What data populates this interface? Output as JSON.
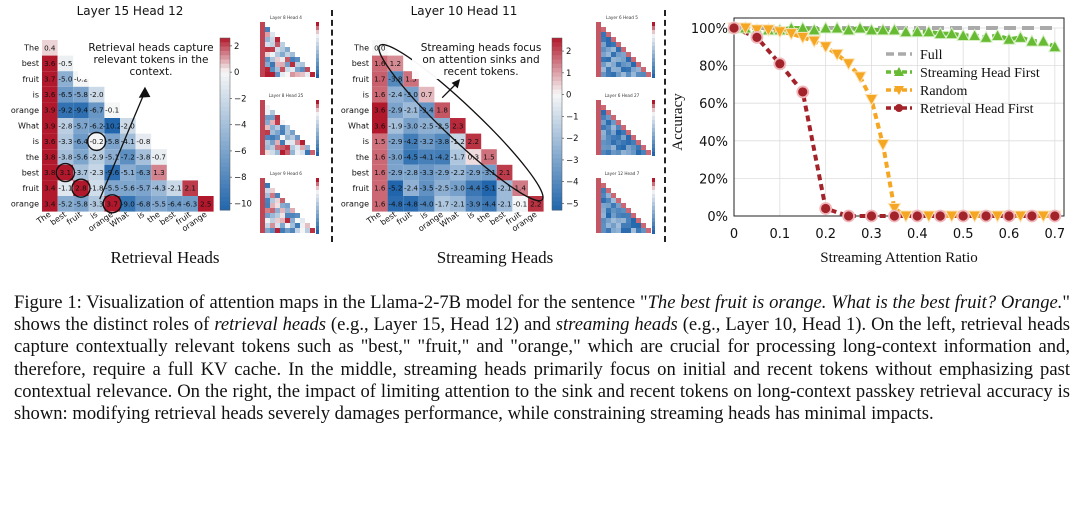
{
  "retrieval": {
    "title": "Layer 15 Head 12",
    "label": "Retrieval Heads",
    "annotation": [
      "Retrieval heads capture",
      "relevant tokens in the",
      "context."
    ],
    "tokens": [
      "The",
      "best",
      "fruit",
      "is",
      "orange",
      "What",
      "is",
      "the",
      "best",
      "fruit",
      "orange"
    ],
    "matrix": [
      [
        0.4
      ],
      [
        3.6,
        -0.5
      ],
      [
        3.7,
        -5.0,
        -0.2
      ],
      [
        3.6,
        -6.5,
        -5.8,
        -2.0
      ],
      [
        3.9,
        -9.2,
        -9.4,
        -6.7,
        -0.1
      ],
      [
        3.9,
        -2.8,
        -5.7,
        -6.2,
        -10.2,
        -2.0
      ],
      [
        3.6,
        -3.3,
        -6.4,
        -0.2,
        -5.8,
        -4.1,
        -0.8
      ],
      [
        3.8,
        -3.8,
        -5.6,
        -2.9,
        -5.1,
        -7.2,
        -3.8,
        -0.7
      ],
      [
        3.8,
        3.1,
        -3.7,
        -2.3,
        -9.6,
        -5.1,
        -6.3,
        1.3
      ],
      [
        3.4,
        -1.1,
        2.8,
        -1.8,
        -5.5,
        -5.6,
        -5.7,
        -4.3,
        -2.1,
        2.1
      ],
      [
        3.4,
        -5.2,
        -5.8,
        -3.3,
        3.7,
        -9.0,
        -6.8,
        -5.5,
        -6.4,
        -6.3,
        2.5
      ]
    ],
    "colorbar_ticks": [
      "2",
      "0",
      "−2",
      "−4",
      "−6",
      "−8",
      "−10"
    ],
    "mini_titles": [
      "Layer 8 Head 4",
      "Layer 8 Head 25",
      "Layer 9 Head 6"
    ]
  },
  "streaming": {
    "title": "Layer 10 Head 11",
    "label": "Streaming Heads",
    "annotation": [
      "Streaming heads focus",
      "on attention sinks and",
      "recent tokens."
    ],
    "tokens": [
      "The",
      "best",
      "fruit",
      "is",
      "orange",
      "What",
      "is",
      "the",
      "best",
      "fruit",
      "orange"
    ],
    "matrix": [
      [
        0.0
      ],
      [
        1.6,
        1.2
      ],
      [
        1.7,
        -3.8,
        1.5
      ],
      [
        1.6,
        -2.4,
        -3.0,
        0.7
      ],
      [
        3.6,
        -2.9,
        -2.1,
        -3.4,
        1.8
      ],
      [
        3.6,
        -1.9,
        -3.0,
        -2.5,
        -2.5,
        2.3
      ],
      [
        1.5,
        -2.9,
        -4.2,
        -3.2,
        -3.8,
        -1.2,
        2.2
      ],
      [
        1.6,
        -3.0,
        -4.5,
        -4.1,
        -4.2,
        -1.7,
        0.3,
        1.5
      ],
      [
        1.6,
        -2.9,
        -2.8,
        -3.3,
        -2.9,
        -2.2,
        -2.9,
        -3.1,
        2.1
      ],
      [
        1.6,
        -5.2,
        -2.4,
        -3.5,
        -2.5,
        -3.0,
        -4.4,
        -5.1,
        -2.1,
        1.4
      ],
      [
        1.6,
        -4.8,
        -4.8,
        -4.0,
        -1.7,
        -2.1,
        -3.9,
        -4.4,
        -2.1,
        -0.1,
        2.2
      ]
    ],
    "colorbar_ticks": [
      "2",
      "1",
      "0",
      "−1",
      "−2",
      "−3",
      "−4",
      "−5"
    ],
    "mini_titles": [
      "Layer 6 Head 5",
      "Layer 6 Head 27",
      "Layer 12 Head 7"
    ]
  },
  "chart_data": {
    "type": "line",
    "xlabel": "Streaming Attention Ratio",
    "ylabel": "Accuracy",
    "xlim": [
      0,
      0.72
    ],
    "ylim": [
      0,
      100
    ],
    "xticks": [
      "0",
      "0.1",
      "0.2",
      "0.3",
      "0.4",
      "0.5",
      "0.6",
      "0.7"
    ],
    "yticks": [
      "0%",
      "20%",
      "40%",
      "60%",
      "80%",
      "100%"
    ],
    "legend_position": "upper-right",
    "grid": true,
    "series": [
      {
        "name": "Full",
        "color": "#aaaaaa",
        "marker": "none",
        "x": [
          0,
          0.7
        ],
        "y": [
          100,
          100
        ]
      },
      {
        "name": "Streaming Head First",
        "color": "#66bb33",
        "marker": "triangle-up",
        "x": [
          0,
          0.025,
          0.05,
          0.075,
          0.1,
          0.125,
          0.15,
          0.175,
          0.2,
          0.225,
          0.25,
          0.275,
          0.3,
          0.325,
          0.35,
          0.375,
          0.4,
          0.425,
          0.45,
          0.475,
          0.5,
          0.525,
          0.55,
          0.575,
          0.6,
          0.625,
          0.65,
          0.675,
          0.7
        ],
        "y": [
          100,
          100,
          99,
          99,
          99,
          100,
          100,
          99,
          100,
          100,
          99,
          100,
          99,
          99,
          99,
          98,
          98,
          98,
          97,
          97,
          96,
          96,
          95,
          96,
          94,
          95,
          93,
          93,
          90
        ]
      },
      {
        "name": "Random",
        "color": "#f5a623",
        "marker": "triangle-down",
        "x": [
          0,
          0.025,
          0.05,
          0.075,
          0.1,
          0.125,
          0.15,
          0.175,
          0.2,
          0.225,
          0.25,
          0.275,
          0.3,
          0.325,
          0.35,
          0.375,
          0.4,
          0.425,
          0.45,
          0.475,
          0.5,
          0.525,
          0.55,
          0.575,
          0.6,
          0.625,
          0.65,
          0.675,
          0.7
        ],
        "y": [
          100,
          100,
          99,
          99,
          98,
          97,
          95,
          93,
          90,
          86,
          81,
          74,
          62,
          38,
          4,
          0,
          0,
          0,
          0,
          0,
          0,
          0,
          0,
          0,
          0,
          0,
          0,
          0,
          0
        ]
      },
      {
        "name": "Retrieval Head First",
        "color": "#a3232a",
        "marker": "circle",
        "x": [
          0,
          0.05,
          0.1,
          0.15,
          0.2,
          0.25,
          0.3,
          0.35,
          0.4,
          0.45,
          0.5,
          0.55,
          0.6,
          0.65,
          0.7
        ],
        "y": [
          100,
          95,
          81,
          66,
          4,
          0,
          0,
          0,
          0,
          0,
          0,
          0,
          0,
          0,
          0
        ]
      }
    ]
  },
  "caption": {
    "fig": "Figure 1:",
    "p1": " Visualization of attention maps in the Llama-2-7B model for the sentence \"",
    "quote": "The best fruit is orange. What is the best fruit?  Orange.",
    "p2": "\" shows the distinct roles of ",
    "rh": "retrieval heads",
    "p3": " (e.g., Layer 15, Head 12) and ",
    "sh": "streaming heads",
    "p4": " (e.g., Layer 10, Head 1).  On the left, retrieval heads capture contextually relevant tokens such as \"best,\" \"fruit,\" and \"orange,\" which are crucial for processing long-context information and, therefore, require a full KV cache. In the middle, streaming heads primarily focus on initial and recent tokens without emphasizing past contextual relevance. On the right, the impact of limiting attention to the sink and recent tokens on long-context passkey retrieval accuracy is shown: modifying retrieval heads severely damages performance, while constraining streaming heads has minimal impacts."
  }
}
